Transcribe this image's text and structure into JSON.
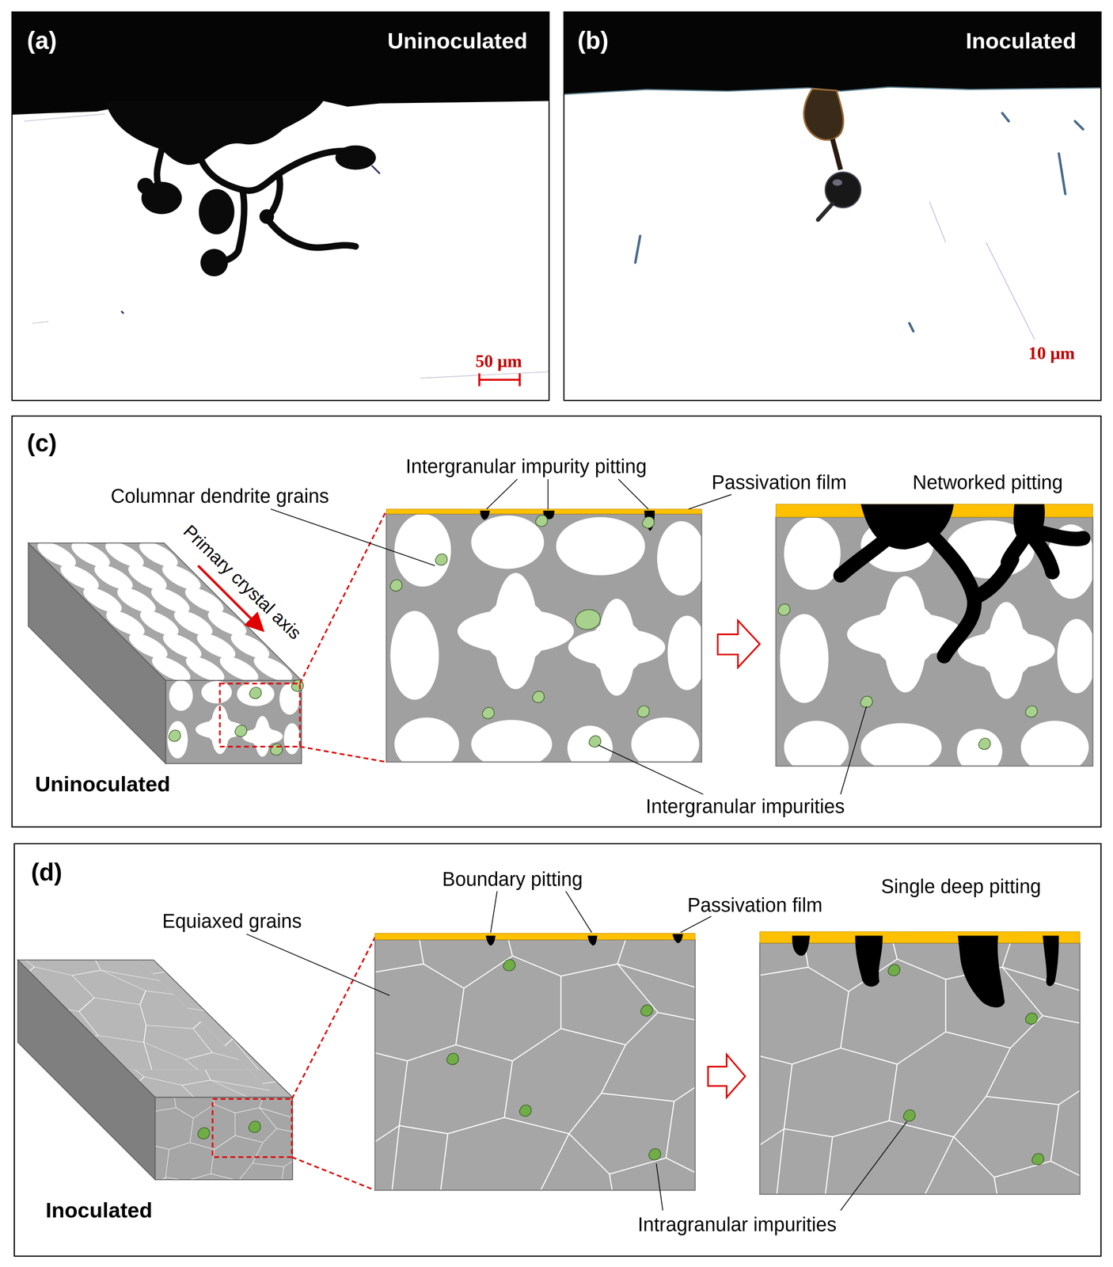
{
  "diagram": {
    "nodes": [
      {
        "text": [
          "(a)",
          "Uninoculated"
        ]
      },
      {
        "text": [
          "(b)",
          "Inoculated"
        ]
      },
      {
        "text": [
          "(c)",
          "Uninoculated"
        ]
      },
      {
        "text": [
          "(d)",
          "Inoculated"
        ]
      }
    ],
    "edges": [],
    "labels": [
      "50 μm",
      "10 μm",
      "Intergranular impurity pitting",
      "Passivation film",
      "Networked pitting",
      "Columnar dendrite grains",
      "Primary crystal axis",
      "Intergranular impurities",
      "Boundary pitting",
      "Passivation film",
      "Single deep pitting",
      "Equiaxed grains",
      "Intragranular impurities"
    ]
  }
}
